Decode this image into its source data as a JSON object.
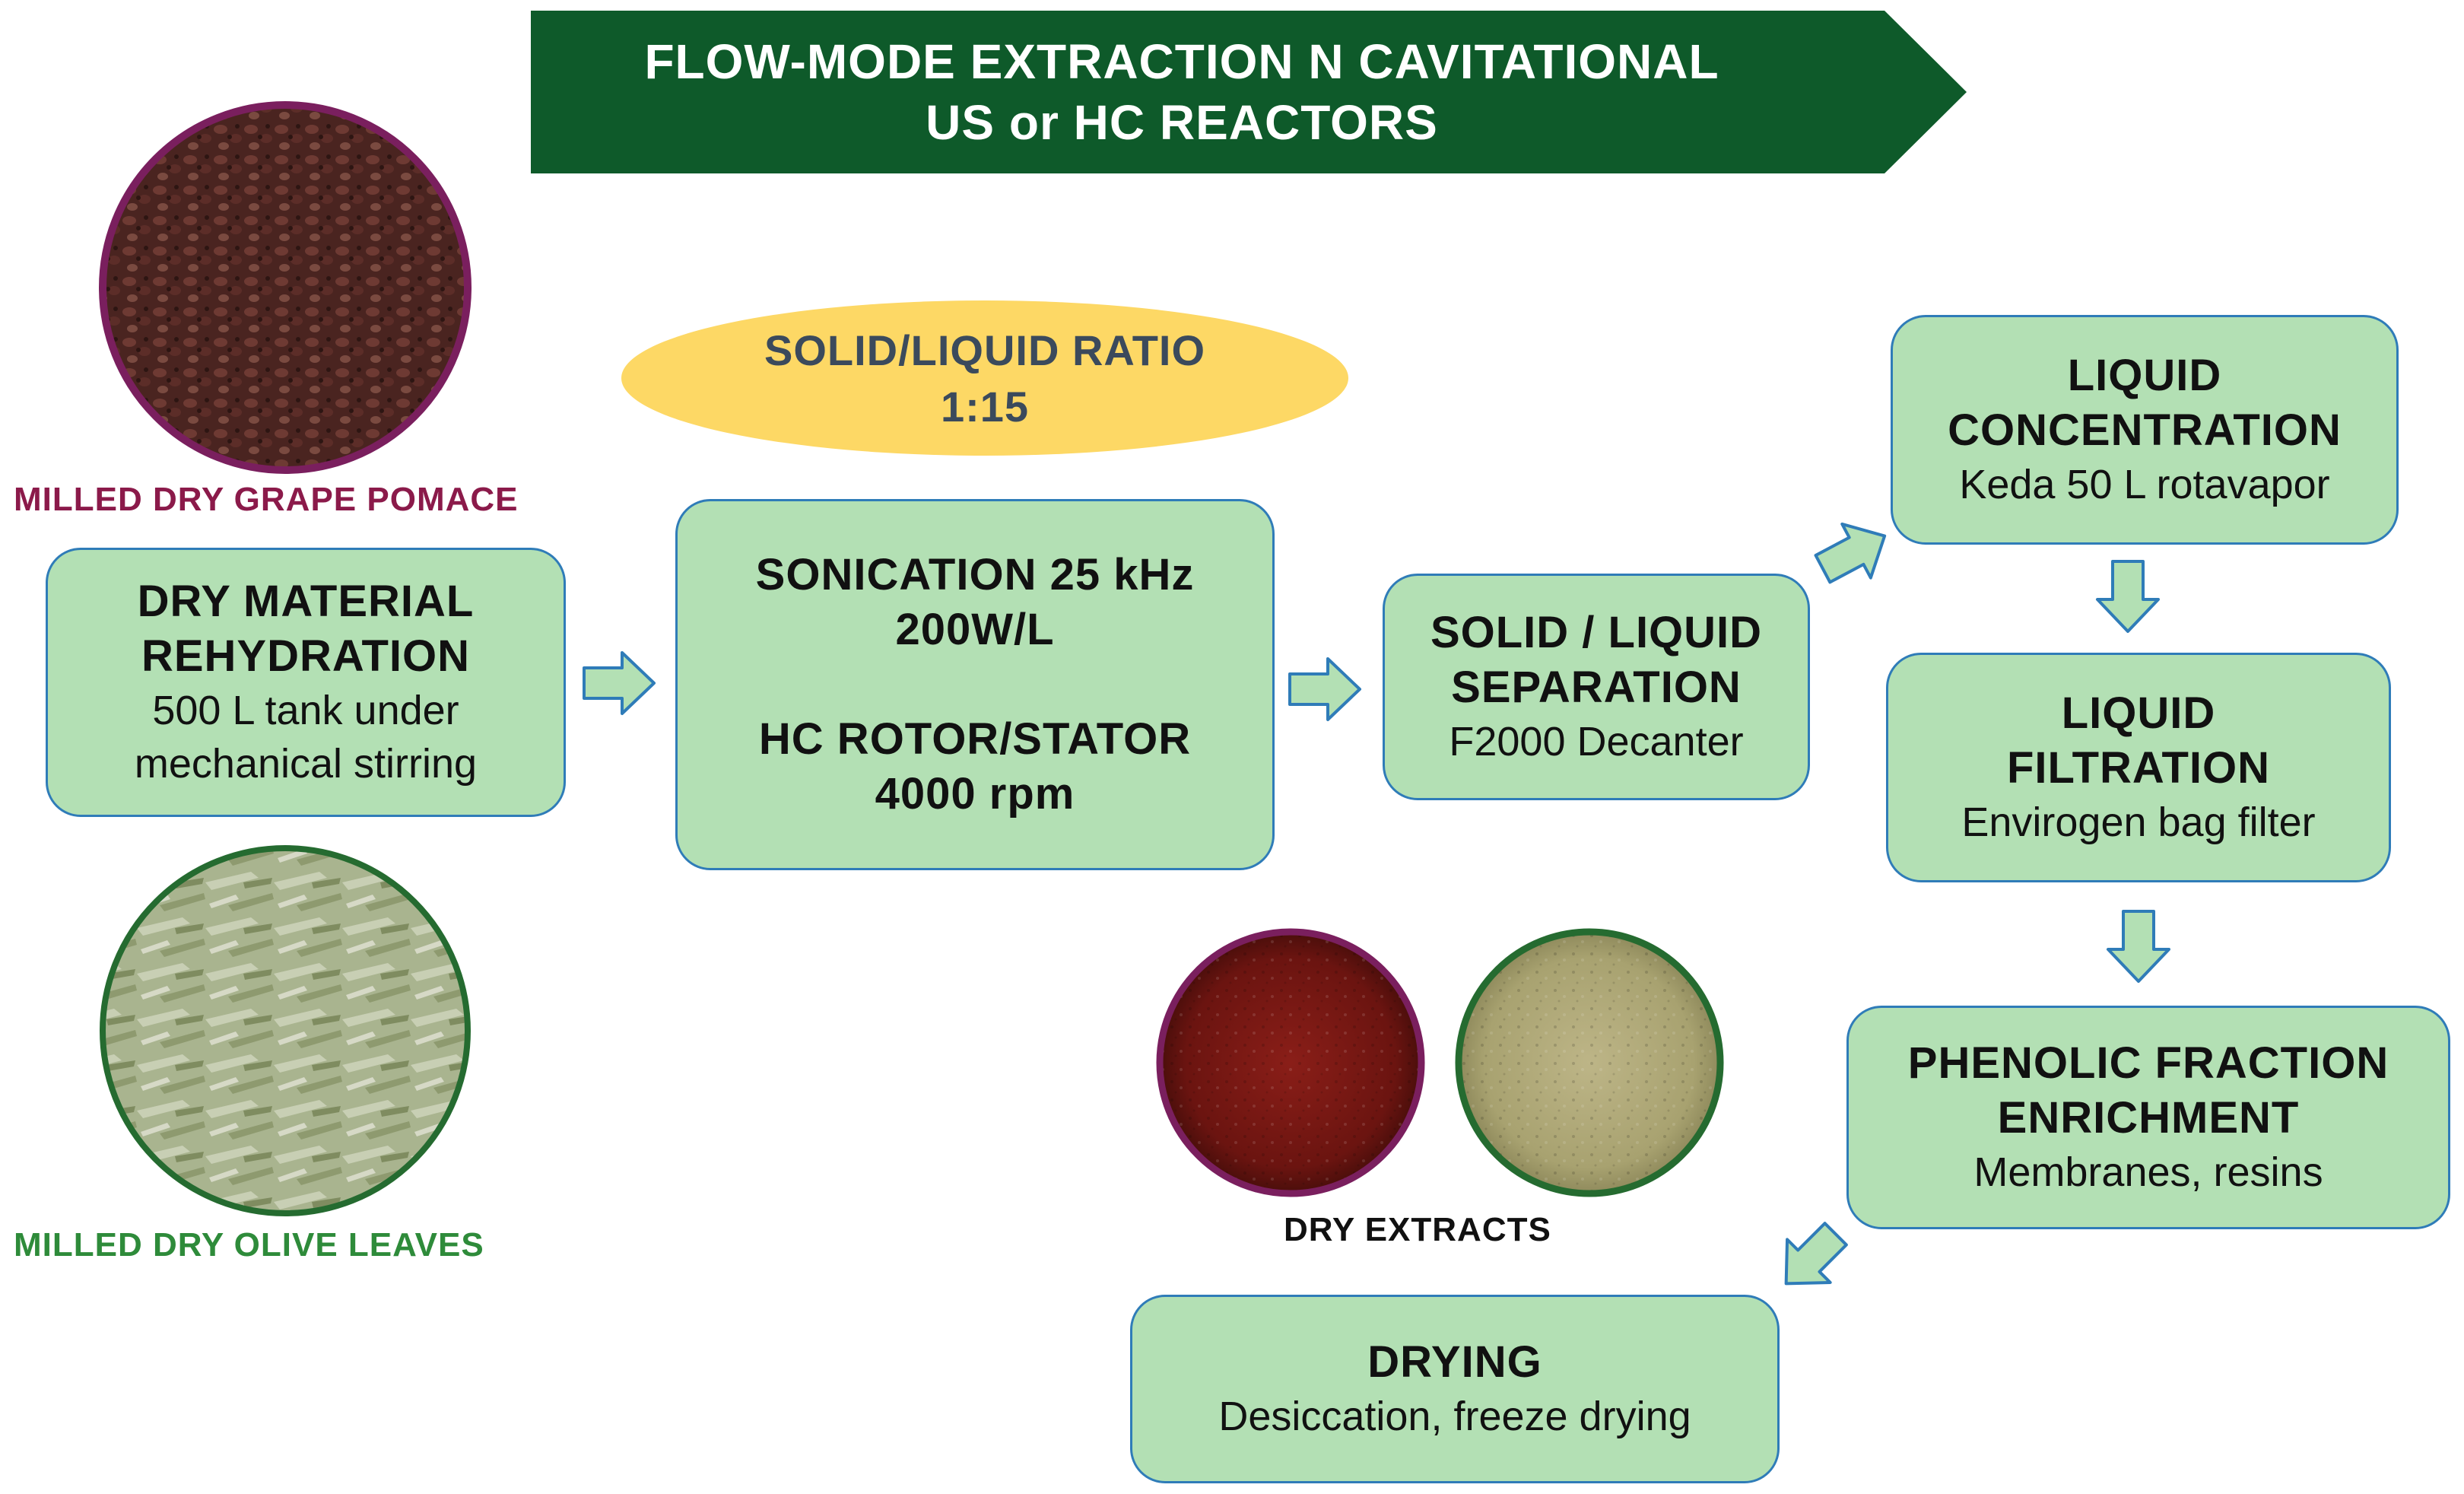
{
  "banner": {
    "line1": "FLOW-MODE EXTRACTION N CAVITATIONAL",
    "line2": "US or HC REACTORS"
  },
  "ratio": {
    "line1": "SOLID/LIQUID RATIO",
    "line2": "1:15"
  },
  "captions": {
    "grape": "MILLED  DRY GRAPE POMACE",
    "olive": "MILLED  DRY OLIVE LEAVES",
    "extracts": "DRY EXTRACTS"
  },
  "steps": {
    "rehydration": {
      "title1": "DRY MATERIAL",
      "title2": "REHYDRATION",
      "sub1": "500 L tank under",
      "sub2": "mechanical stirring"
    },
    "sonication": {
      "line1": "SONICATION 25 kHz",
      "line2": "200W/L",
      "line3": "HC ROTOR/STATOR",
      "line4": "4000 rpm"
    },
    "separation": {
      "title1": "SOLID / LIQUID",
      "title2": "SEPARATION",
      "sub": "F2000 Decanter"
    },
    "concentration": {
      "title1": "LIQUID",
      "title2": "CONCENTRATION",
      "sub": "Keda 50 L rotavapor"
    },
    "filtration": {
      "title1": "LIQUID",
      "title2": "FILTRATION",
      "sub": "Envirogen bag filter"
    },
    "enrichment": {
      "title1": "PHENOLIC FRACTION",
      "title2": "ENRICHMENT",
      "sub": "Membranes, resins"
    },
    "drying": {
      "title": "DRYING",
      "sub": "Desiccation, freeze drying"
    }
  },
  "colors": {
    "banner": "#0e5a2a",
    "box_fill": "#b3e0b4",
    "box_border": "#2f7cb8",
    "ellipse": "#fdd865",
    "grape_caption": "#8b1a4a",
    "olive_caption": "#2e8b3a",
    "arrow_fill": "#b3e0b4",
    "arrow_stroke": "#2f7cb8"
  }
}
